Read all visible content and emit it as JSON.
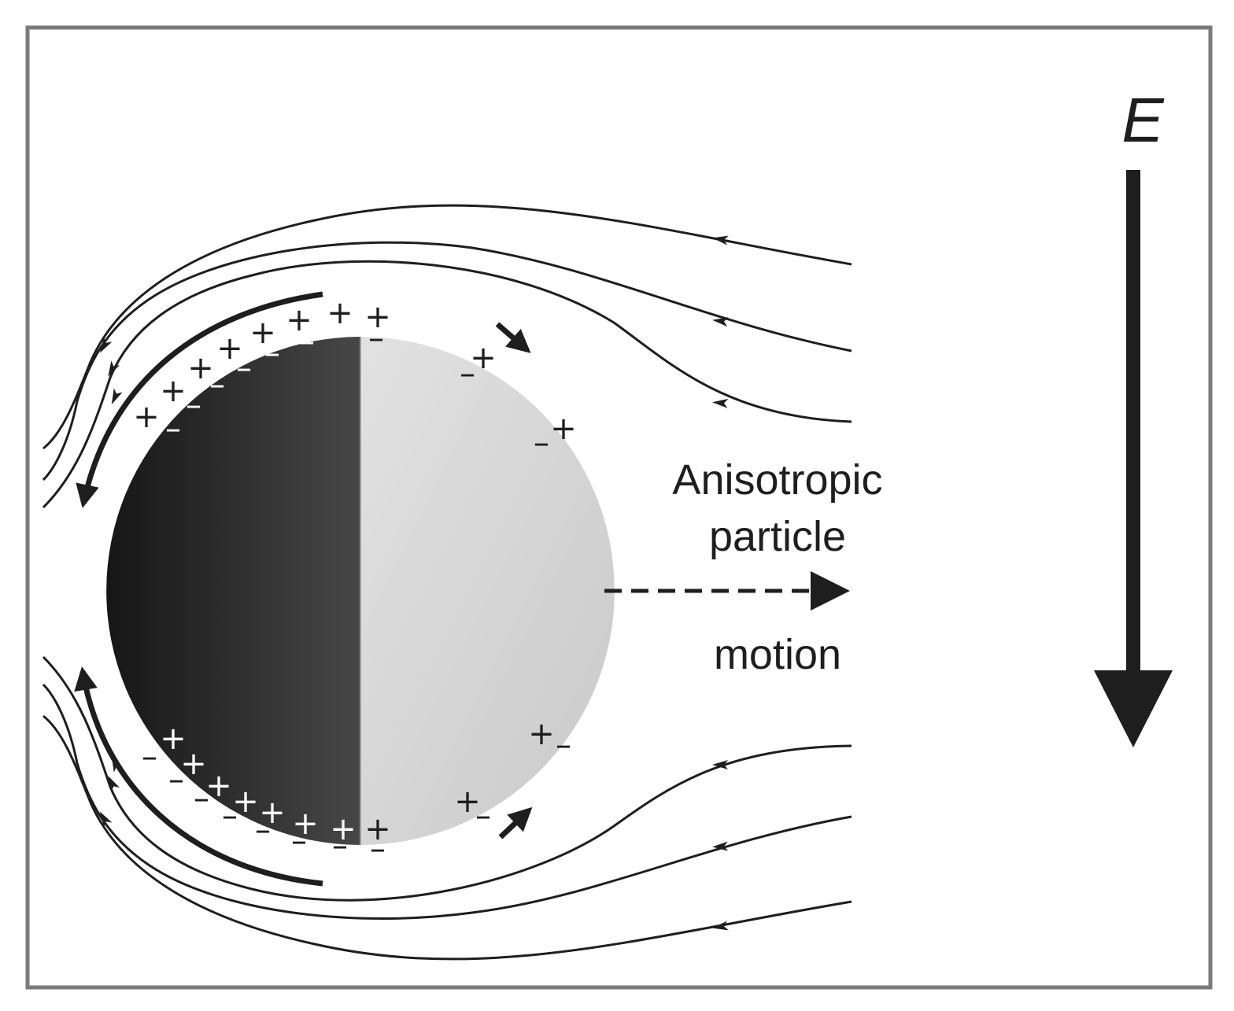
{
  "field_label": "E",
  "particle_label_line1": "Anisotropic",
  "particle_label_line2": "particle",
  "motion_label": "motion",
  "colors": {
    "frame": "#7a7a7a",
    "ink": "#1e1e1e",
    "dark_hemisphere": "#262626",
    "light_hemisphere": "#d4d4d4"
  },
  "charges": {
    "plus": "+",
    "minus": "–"
  }
}
